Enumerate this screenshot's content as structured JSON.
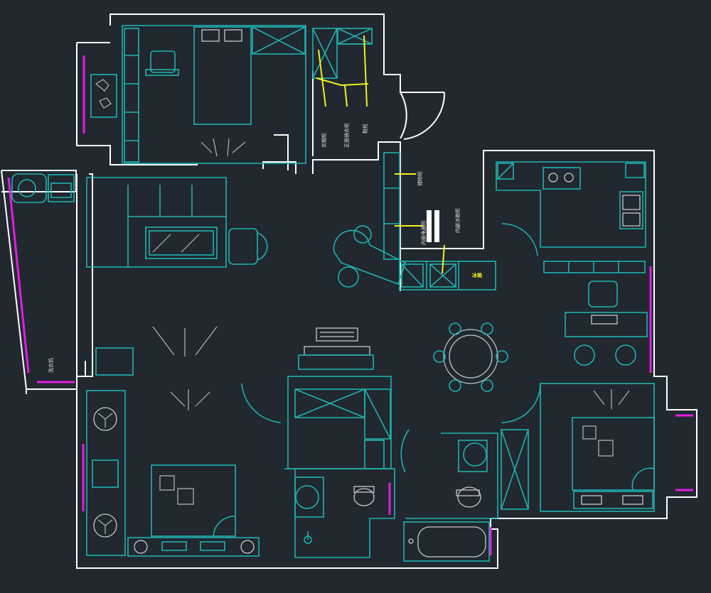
{
  "colors": {
    "background": "#212830",
    "wall": "#ffffff",
    "furniture": "#1fb2b0",
    "window": "#e21ee2",
    "annotation": "#f2f21b",
    "fixture": "#c9c9c9"
  },
  "labels": {
    "wardrobe_label_1": "衣帽柜",
    "wardrobe_label_2": "正面镜衣柜",
    "wardrobe_label_3": "鞋柜",
    "storage_label": "储物柜",
    "cabinet_label": "内嵌电器柜",
    "fridge_label": "内嵌冰箱柜",
    "tag_label": "冰箱",
    "washer_label": "洗衣机"
  },
  "icons": [
    "sofa-icon",
    "coffee-table-icon",
    "armchair-icon",
    "double-bed-icon",
    "dining-table-icon",
    "stove-icon",
    "kitchen-sink-icon",
    "toilet-icon",
    "washbasin-icon",
    "bathtub-icon",
    "desk-chair-icon",
    "plant-icon",
    "piano-icon"
  ]
}
